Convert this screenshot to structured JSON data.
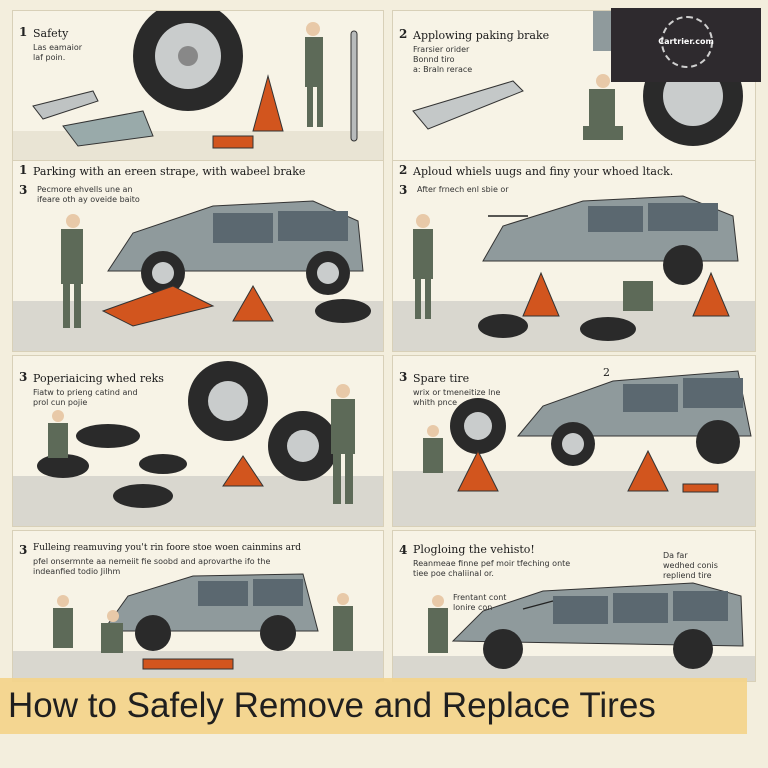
{
  "banner": {
    "title": "How to Safely Remove and Replace Tires"
  },
  "logo": {
    "text": "Cartrier.com"
  },
  "panels": [
    {
      "num": "1",
      "title": "Safety",
      "sub": "Las eamaior\nlaf poin."
    },
    {
      "num": "2",
      "title": "Applowing paking brake",
      "sub": "Frarsier orider\nBonnd tiro\na: Braln rerace"
    },
    {
      "num": "1",
      "title": "Parking with an ereen strape, with wabeel brake",
      "sub_num": "3",
      "sub": "Pecmore ehvells une an\nifeare oth ay oveide baito"
    },
    {
      "num": "2",
      "title": "Aploud whiels uugs and finy your whoed ltack.",
      "sub_num": "3",
      "sub": "After frnech enl sbie or"
    },
    {
      "num": "3",
      "title": "Poperiaicing whed reks",
      "sub": "Fiatw to prieng catind and\nprol cun pojie"
    },
    {
      "num": "3",
      "title": "Spare tire",
      "sub": "wrix or tmeneitize lne\nwhith pnce",
      "extra": "2"
    },
    {
      "num": "3",
      "title": "Fulleing reamuving you't rin foore stoe woen cainmins ard",
      "sub": "pfel onsermnte aa nemeiit fie soobd and aprovarthe ifo the\nindeanfied todio Jilhm"
    },
    {
      "num": "4",
      "title": "Plogloing the vehisto!",
      "sub": "Reanmeae finne pef moir tfeching onte\ntiee poe chaliinal or.",
      "note": "Da far\nwedhed conis\nrepliend tire",
      "callout": "Frentant cont\nlonire con"
    }
  ],
  "colors": {
    "jack_orange": "#d2551e",
    "car_gray": "#8f9a9c",
    "tire_dark": "#2a2a2a",
    "worker_green": "#5d6a58"
  }
}
